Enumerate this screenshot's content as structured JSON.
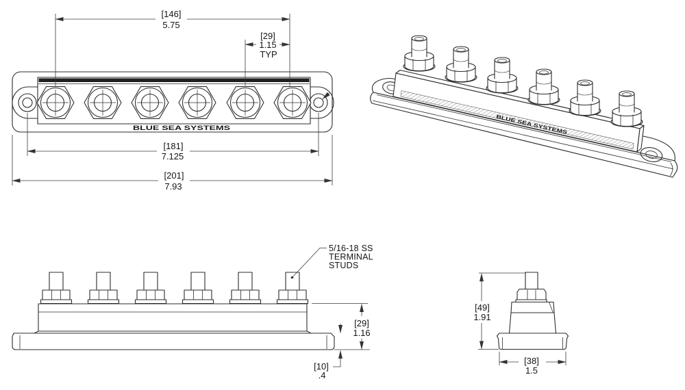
{
  "drawing": {
    "front": {
      "brand_label": "BLUE SEA SYSTEMS",
      "dim_stud_span_mm": "[146]",
      "dim_stud_span_in": "5.75",
      "dim_pitch_mm": "[29]",
      "dim_pitch_in": "1.15",
      "dim_pitch_note": "TYP",
      "dim_hole_span_mm": "[181]",
      "dim_hole_span_in": "7.125",
      "dim_overall_mm": "[201]",
      "dim_overall_in": "7.93"
    },
    "iso": {
      "brand_label": "BLUE SEA SYSTEMS"
    },
    "side": {
      "callout_line1": "5/16-18 SS",
      "callout_line2": "TERMINAL",
      "callout_line3": "STUDS",
      "dim_height_mm": "[29]",
      "dim_height_in": "1.16",
      "dim_base_mm": "[10]",
      "dim_base_in": ".4"
    },
    "end": {
      "dim_height_mm": "[49]",
      "dim_height_in": "1.91",
      "dim_width_mm": "[38]",
      "dim_width_in": "1.5"
    }
  }
}
